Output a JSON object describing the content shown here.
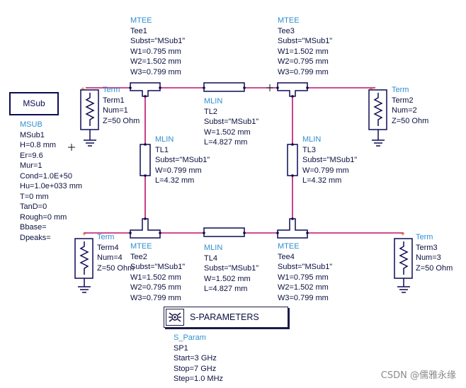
{
  "colors": {
    "wire": "#c0106e",
    "component": "#0b0b55",
    "label": "#0a1040",
    "header": "#2e8fd0",
    "port": "#e06010",
    "watermark": "#8a8a8a"
  },
  "msub_box": {
    "title": "MSub"
  },
  "msub": {
    "lines": [
      "MSUB",
      "MSub1",
      "H=0.8 mm",
      "Er=9.6",
      "Mur=1",
      "Cond=1.0E+50",
      "Hu=1.0e+033 mm",
      "T=0 mm",
      "TanD=0",
      "Rough=0 mm",
      "Bbase=",
      "Dpeaks="
    ]
  },
  "tee1": {
    "lines": [
      "MTEE",
      "Tee1",
      "Subst=\"MSub1\"",
      "W1=0.795 mm",
      "W2=1.502 mm",
      "W3=0.799 mm"
    ]
  },
  "tee3": {
    "lines": [
      "MTEE",
      "Tee3",
      "Subst=\"MSub1\"",
      "W1=1.502 mm",
      "W2=0.795 mm",
      "W3=0.799 mm"
    ]
  },
  "tee2": {
    "lines": [
      "MTEE",
      "Tee2",
      "Subst=\"MSub1\"",
      "W1=1.502 mm",
      "W2=0.795 mm",
      "W3=0.799 mm"
    ]
  },
  "tee4": {
    "lines": [
      "MTEE",
      "Tee4",
      "Subst=\"MSub1\"",
      "W1=0.795 mm",
      "W2=1.502 mm",
      "W3=0.799 mm"
    ]
  },
  "tl1": {
    "lines": [
      "MLIN",
      "TL1",
      "Subst=\"MSub1\"",
      "W=0.799 mm",
      "L=4.32 mm"
    ]
  },
  "tl2": {
    "lines": [
      "MLIN",
      "TL2",
      "Subst=\"MSub1\"",
      "W=1.502 mm",
      "L=4.827 mm"
    ]
  },
  "tl3": {
    "lines": [
      "MLIN",
      "TL3",
      "Subst=\"MSub1\"",
      "W=0.799 mm",
      "L=4.32 mm"
    ]
  },
  "tl4": {
    "lines": [
      "MLIN",
      "TL4",
      "Subst=\"MSub1\"",
      "W=1.502 mm",
      "L=4.827 mm"
    ]
  },
  "term1": {
    "lines": [
      "Term",
      "Term1",
      "Num=1",
      "Z=50 Ohm"
    ]
  },
  "term2": {
    "lines": [
      "Term",
      "Term2",
      "Num=2",
      "Z=50 Ohm"
    ]
  },
  "term3": {
    "lines": [
      "Term",
      "Term3",
      "Num=3",
      "Z=50 Ohm"
    ]
  },
  "term4": {
    "lines": [
      "Term",
      "Term4",
      "Num=4",
      "Z=50 Ohm"
    ]
  },
  "sparam_box": {
    "title": "S-PARAMETERS"
  },
  "sparam": {
    "lines": [
      "S_Param",
      "SP1",
      "Start=3 GHz",
      "Stop=7 GHz",
      "Step=1.0 MHz"
    ]
  },
  "watermark": {
    "text": "CSDN @儒雅永缘"
  }
}
